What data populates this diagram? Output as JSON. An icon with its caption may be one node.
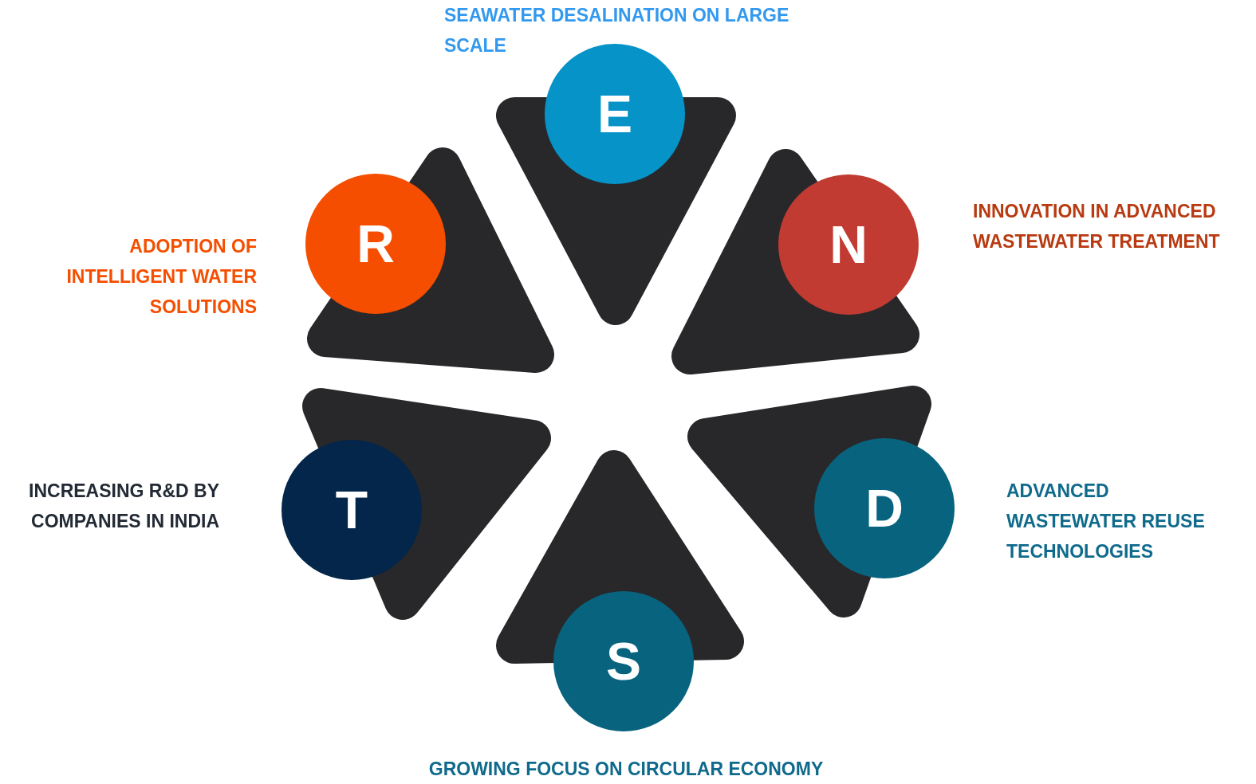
{
  "diagram": {
    "nodes": [
      {
        "text": [
          "E"
        ],
        "beside": [
          "SEAWATER DESALINATION ON LARGE SCALE"
        ]
      },
      {
        "text": [
          "N"
        ],
        "beside": [
          "INNOVATION IN ADVANCED WASTEWATER TREATMENT"
        ]
      },
      {
        "text": [
          "D"
        ],
        "beside": [
          "ADVANCED WASTEWATER REUSE TECHNOLOGIES"
        ]
      },
      {
        "text": [
          "S"
        ],
        "beside": [
          "GROWING FOCUS ON CIRCULAR ECONOMY"
        ]
      },
      {
        "text": [
          "T"
        ],
        "beside": [
          "INCREASING R&D BY COMPANIES IN INDIA"
        ]
      },
      {
        "text": [
          "R"
        ],
        "beside": [
          "ADOPTION OF INTELLIGENT WATER SOLUTIONS"
        ]
      }
    ]
  }
}
